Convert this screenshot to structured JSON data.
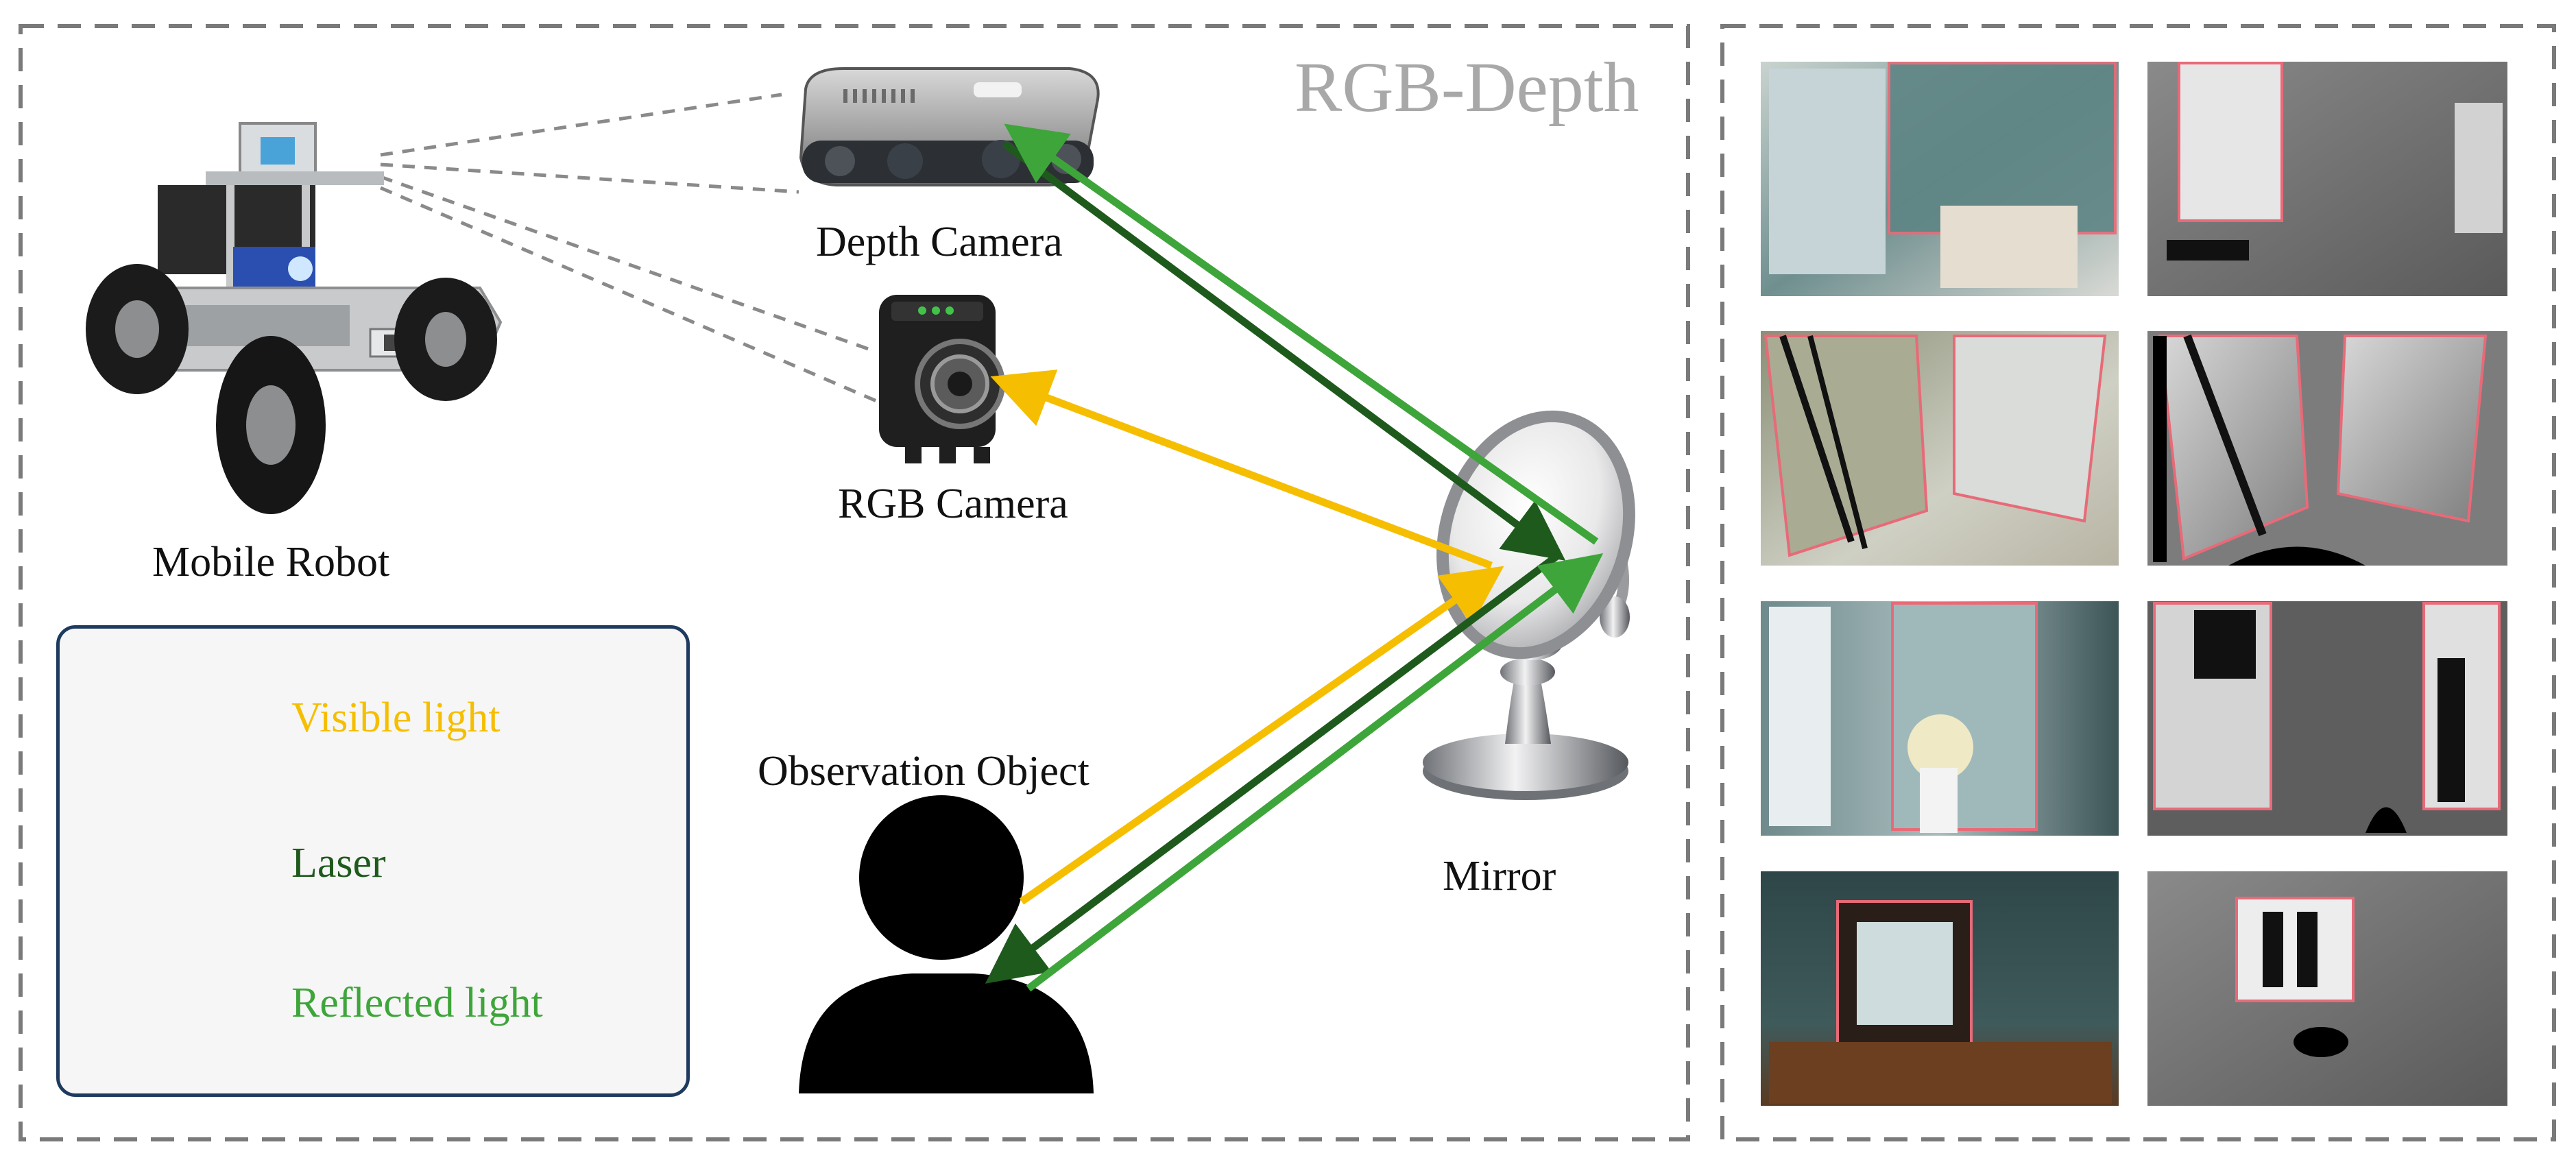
{
  "title": "RGB-Depth",
  "labels": {
    "mobile_robot": "Mobile Robot",
    "depth_camera": "Depth Camera",
    "rgb_camera": "RGB Camera",
    "observation_object": "Observation Object",
    "mirror": "Mirror"
  },
  "legend": [
    {
      "label": "Visible light",
      "color": "#f6be00"
    },
    {
      "label": "Laser",
      "color": "#1f5a1d"
    },
    {
      "label": "Reflected light",
      "color": "#3ea53a"
    }
  ],
  "colors": {
    "visible": "#f6be00",
    "laser": "#1f5a1d",
    "reflected": "#3ea53a",
    "panel_border": "#7a7a7a",
    "mirror_outline": "#e0546a"
  },
  "samples": [
    {
      "rgb": "bathroom-mirror-rgb",
      "depth": "bathroom-mirror-depth"
    },
    {
      "rgb": "closet-mirrors-rgb",
      "depth": "closet-mirrors-depth"
    },
    {
      "rgb": "shower-mirror-rgb",
      "depth": "shower-mirror-depth"
    },
    {
      "rgb": "living-room-mirror-rgb",
      "depth": "living-room-mirror-depth"
    }
  ]
}
